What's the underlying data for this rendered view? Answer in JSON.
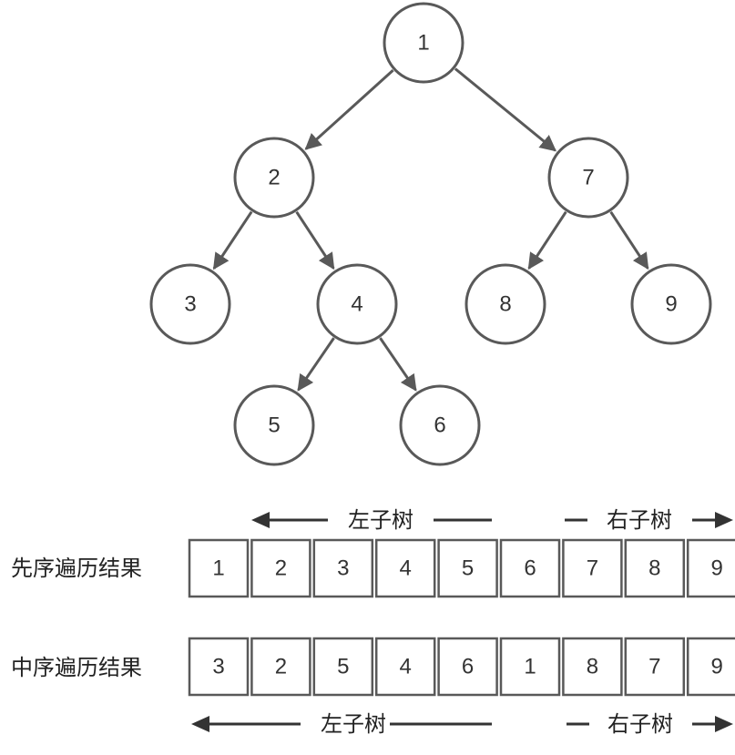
{
  "tree": {
    "nodes": [
      {
        "id": "n1",
        "label": "1"
      },
      {
        "id": "n2",
        "label": "2"
      },
      {
        "id": "n7",
        "label": "7"
      },
      {
        "id": "n3",
        "label": "3"
      },
      {
        "id": "n4",
        "label": "4"
      },
      {
        "id": "n8",
        "label": "8"
      },
      {
        "id": "n9",
        "label": "9"
      },
      {
        "id": "n5",
        "label": "5"
      },
      {
        "id": "n6",
        "label": "6"
      }
    ],
    "edges": [
      {
        "from": "n1",
        "to": "n2"
      },
      {
        "from": "n1",
        "to": "n7"
      },
      {
        "from": "n2",
        "to": "n3"
      },
      {
        "from": "n2",
        "to": "n4"
      },
      {
        "from": "n7",
        "to": "n8"
      },
      {
        "from": "n7",
        "to": "n9"
      },
      {
        "from": "n4",
        "to": "n5"
      },
      {
        "from": "n4",
        "to": "n6"
      }
    ]
  },
  "preorder": {
    "label": "先序遍历结果",
    "cells": [
      "1",
      "2",
      "3",
      "4",
      "5",
      "6",
      "7",
      "8",
      "9"
    ],
    "highlight_red": 0,
    "highlight_blue": 5,
    "left_subtree_label": "左子树",
    "right_subtree_label": "右子树"
  },
  "inorder": {
    "label": "中序遍历结果",
    "cells": [
      "3",
      "2",
      "5",
      "4",
      "6",
      "1",
      "8",
      "7",
      "9"
    ],
    "highlight_red": 5,
    "left_subtree_label": "左子树",
    "right_subtree_label": "右子树"
  },
  "colors": {
    "stroke": "#595959",
    "root_highlight": "#d62020",
    "split_highlight": "#5aa8e0"
  }
}
